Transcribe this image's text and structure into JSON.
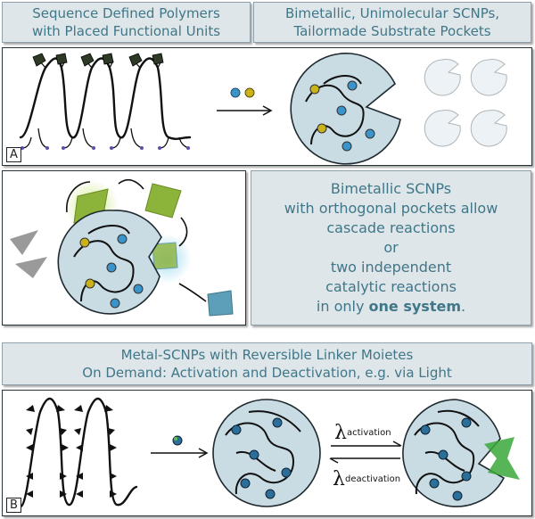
{
  "banner_top_left": {
    "line1": "Sequence Defined Polymers",
    "line2": "with Placed Functional Units"
  },
  "banner_top_right": {
    "line1": "Bimetallic, Unimolecular SCNPs,",
    "line2": "Tailormade Substrate Pockets"
  },
  "panel_a": {
    "label": "A"
  },
  "info_box": {
    "line1": "Bimetallic SCNPs",
    "line2": "with orthogonal pockets allow",
    "line3": "cascade reactions",
    "line4": "or",
    "line5": "two independent",
    "line6": "catalytic reactions",
    "line7_prefix": "in only ",
    "line7_bold": "one system",
    "line7_suffix": "."
  },
  "banner_bottom": {
    "line1": "Metal-SCNPs with Reversible Linker Moietes",
    "line2": "On Demand: Activation and Deactivation, e.g. via Light"
  },
  "panel_b": {
    "label": "B",
    "lambda_symbol": "λ",
    "activation": "activation",
    "deactivation": "deactivation"
  },
  "colors": {
    "banner_bg": "#dfe6ea",
    "banner_text": "#3f7788",
    "sphere_fill": "#c9dbe3",
    "metal_yellow": "#c9b21a",
    "metal_blue": "#3a94c9",
    "substrate_green": "#8cb33a",
    "product_blue": "#5d9fb8",
    "pocket_green": "#39a83a"
  }
}
